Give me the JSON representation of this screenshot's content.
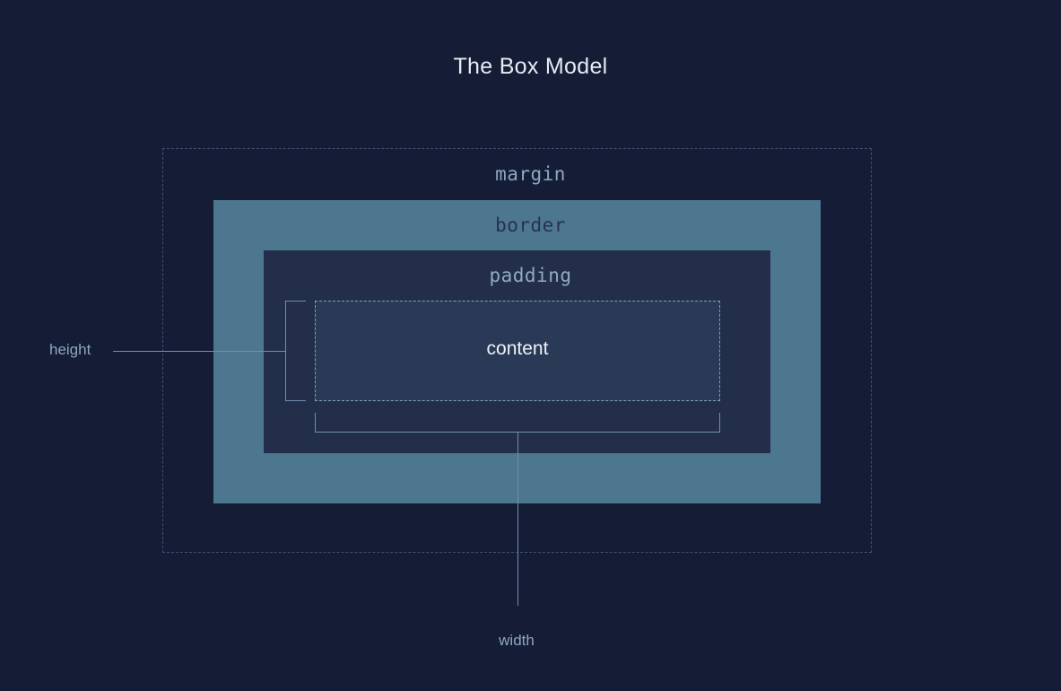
{
  "page": {
    "title": "The Box Model",
    "background_color": "#151c36"
  },
  "diagram": {
    "type": "css-box-model",
    "regions": [
      {
        "key": "margin",
        "label": "margin",
        "fill_color": "none",
        "border_style": "dashed",
        "border_color": "#3f5170",
        "label_color": "#8ea7c0"
      },
      {
        "key": "border",
        "label": "border",
        "fill_color": "#4d778f",
        "border_style": "solid",
        "border_color": "#4d778f",
        "label_color": "#253350"
      },
      {
        "key": "padding",
        "label": "padding",
        "fill_color": "#232f4a",
        "border_style": "solid",
        "border_color": "#232f4a",
        "label_color": "#93a9c2"
      },
      {
        "key": "content",
        "label": "content",
        "fill_color": "#2a3a56",
        "border_style": "dashed",
        "border_color": "#7fa0bb",
        "label_color": "#eef1f6"
      }
    ],
    "measurements": [
      {
        "key": "height",
        "label": "height",
        "orientation": "vertical",
        "measures": "content",
        "line_color": "#6d8fae",
        "label_color": "#8ea7c0"
      },
      {
        "key": "width",
        "label": "width",
        "orientation": "horizontal",
        "measures": "content",
        "line_color": "#6d8fae",
        "label_color": "#8ea7c0"
      }
    ]
  }
}
